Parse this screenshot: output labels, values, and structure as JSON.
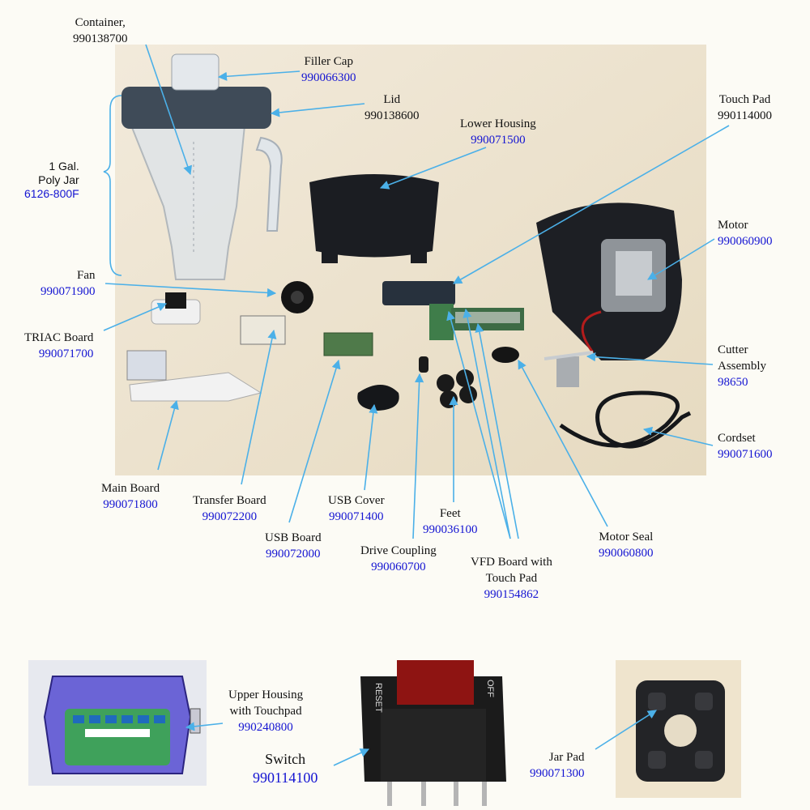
{
  "parts": {
    "container": {
      "name": "Container,",
      "pn": "990138700"
    },
    "filler_cap": {
      "name": "Filler Cap",
      "pn": "990066300"
    },
    "lid": {
      "name": "Lid",
      "pn": "990138600"
    },
    "poly_jar": {
      "line1": "1 Gal.",
      "line2": "Poly Jar",
      "pn": "6126-800F"
    },
    "lower_housing": {
      "name": "Lower Housing",
      "pn": "990071500"
    },
    "touch_pad": {
      "name": "Touch Pad",
      "pn": "990114000"
    },
    "motor": {
      "name": "Motor",
      "pn": "990060900"
    },
    "fan": {
      "name": "Fan",
      "pn": "990071900"
    },
    "triac_board": {
      "name": "TRIAC Board",
      "pn": "990071700"
    },
    "cutter_assembly": {
      "line1": "Cutter",
      "line2": "Assembly",
      "pn": "98650"
    },
    "cordset": {
      "name": "Cordset",
      "pn": "990071600"
    },
    "main_board": {
      "name": "Main Board",
      "pn": "990071800"
    },
    "transfer_board": {
      "name": "Transfer Board",
      "pn": "990072200"
    },
    "usb_cover": {
      "name": "USB Cover",
      "pn": "990071400"
    },
    "feet": {
      "name": "Feet",
      "pn": "990036100"
    },
    "usb_board": {
      "name": "USB Board",
      "pn": "990072000"
    },
    "drive_coupling": {
      "name": "Drive Coupling",
      "pn": "990060700"
    },
    "vfd_board": {
      "line1": "VFD Board with",
      "line2": "Touch Pad",
      "pn": "990154862"
    },
    "motor_seal": {
      "name": "Motor Seal",
      "pn": "990060800"
    },
    "upper_housing": {
      "line1": "Upper Housing",
      "line2": "with Touchpad",
      "pn": "990240800"
    },
    "switch": {
      "name": "Switch",
      "pn": "990114100",
      "reset_label": "RESET",
      "off_label": "OFF"
    },
    "jar_pad": {
      "name": "Jar Pad",
      "pn": "990071300"
    }
  },
  "colors": {
    "part_number": "#1414d2",
    "leader_line": "#4bb0e8",
    "background": "#fcfbf5",
    "photo_backdrop": "#eee4cf"
  }
}
